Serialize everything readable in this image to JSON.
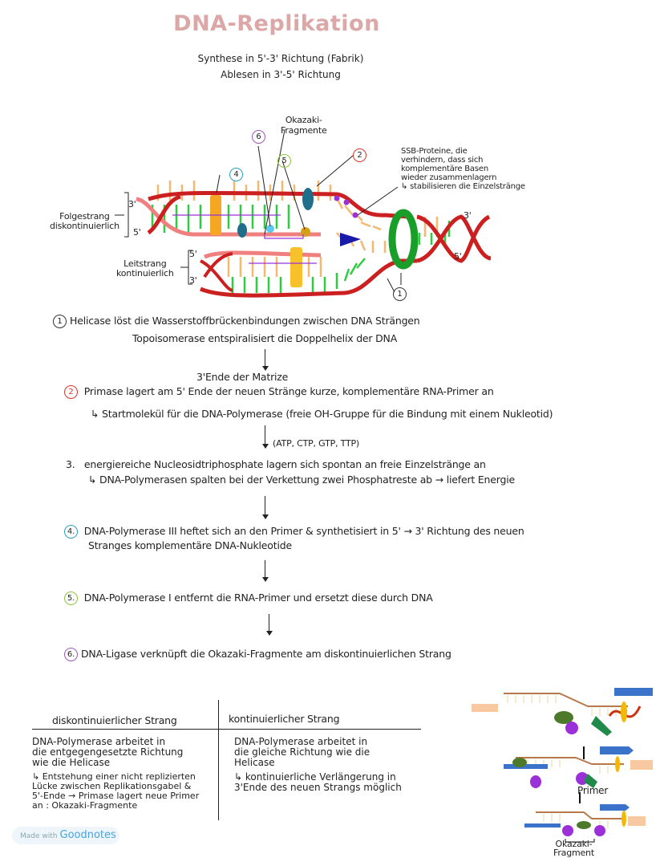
{
  "title": "DNA-Replikation",
  "subtitle": [
    "Synthese in 5'-3' Richtung (Fabrik)",
    "Ablesen in 3'-5' Richtung"
  ],
  "colors": {
    "title": "#dba7a7",
    "strand_dark": "#cc1f1f",
    "strand_light": "#f08080",
    "bases_green": "#2ecc40",
    "bases_orange": "#f5b870",
    "helicase": "#1a9e2a",
    "polymerase": "#f5a623",
    "primase": "#1f6f8b",
    "ssb": "#9b30d9",
    "topoisomerase": "#1a1aaa",
    "step2": "#d9342b",
    "step4": "#2a9fc4",
    "step5": "#8cc63f",
    "step6": "#9b59b6"
  },
  "diagram": {
    "okazaki_label": [
      "Okazaki-",
      "Fragmente"
    ],
    "ssb_label": [
      "SSB-Proteine, die",
      "verhindern, dass sich",
      "komplementäre Basen",
      "wieder zusammenlagern",
      "↳ stabilisieren die Einzelstränge"
    ],
    "folgestrang": [
      "Folgestrang",
      "diskontinuierlich"
    ],
    "leitstrang": [
      "Leitstrang",
      "kontinuierlich"
    ],
    "ends": {
      "top_left_3": "3'",
      "top_left_5": "5'",
      "right_3": "3'",
      "right_5": "5'",
      "bottom_left_5": "5'",
      "bottom_left_3": "3'"
    },
    "markers": {
      "m1": "1",
      "m2": "2",
      "m4": "4",
      "m5": "5",
      "m6": "6"
    }
  },
  "steps": {
    "s1": {
      "num": "1",
      "line1": "Helicase löst die Wasserstoffbrückenbindungen zwischen DNA Strängen",
      "line2": "Topoisomerase entspiralisiert die Doppelhelix der DNA"
    },
    "s2": {
      "num": "2",
      "note": "3'Ende der Matrize",
      "line1_a": "Primase lagert am",
      "line1_b": "5' Ende der neuen Stränge kurze, komplementäre RNA-Primer an",
      "line2": "↳ Startmolekül für die DNA-Polymerase (freie OH-Gruppe für die Bindung mit einem Nukleotid)"
    },
    "s3": {
      "num": "3.",
      "note": "(ATP, CTP, GTP, TTP)",
      "line1": "energiereiche Nucleosidtriphosphate lagern sich spontan an freie Einzelstränge an",
      "line2": "↳ DNA-Polymerasen spalten bei der Verkettung zwei Phosphatreste ab → liefert Energie"
    },
    "s4": {
      "num": "4.",
      "line1": "DNA-Polymerase III heftet sich an den Primer & synthetisiert in 5' → 3' Richtung des neuen",
      "line2": "Stranges komplementäre DNA-Nukleotide"
    },
    "s5": {
      "num": "5.",
      "line1": "DNA-Polymerase I entfernt die RNA-Primer und ersetzt diese durch DNA"
    },
    "s6": {
      "num": "6.",
      "line1": "DNA-Ligase verknüpft die Okazaki-Fragmente am diskontinuierlichen Strang"
    }
  },
  "table": {
    "headers": [
      "diskontinuierlicher Strang",
      "kontinuierlicher Strang"
    ],
    "left": "DNA-Polymerase arbeitet in\ndie entgegengesetzte Richtung\nwie die Helicase",
    "left_sub": "↳ Entstehung einer nicht replizierten\n   Lücke zwischen Replikationsgabel &\n   5'-Ende → Primase lagert neue Primer\n   an : Okazaki-Fragmente",
    "right": "DNA-Polymerase arbeitet in\ndie gleiche Richtung wie die\nHelicase",
    "right_sub": "↳ kontinuierliche Verlängerung in\n   3'Ende des neuen Strangs möglich"
  },
  "side_figure": {
    "primer_label": "Primer",
    "okazaki_label": [
      "Okazaki-",
      "Fragment"
    ]
  },
  "badge": {
    "prefix": "Made with",
    "brand": "Goodnotes"
  }
}
